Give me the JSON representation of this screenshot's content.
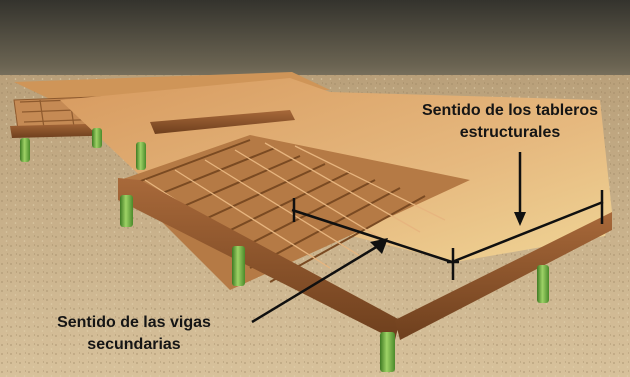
{
  "labels": {
    "boards_direction": {
      "line1": "Sentido de los tableros",
      "line2": "estructurales"
    },
    "beams_direction": {
      "line1": "Sentido de las vigas",
      "line2": "secundarias"
    }
  },
  "colors": {
    "sky_top": "#3a3a33",
    "sky_bottom": "#9a8f79",
    "ground": "#c7b08a",
    "timber_dark": "#8e5a2e",
    "timber_light": "#d9a06a",
    "deck_board": "#e3b57a",
    "deck_board_highlight": "#efd191",
    "post": "#79b546",
    "post_dark": "#3f7a22",
    "arrow": "#101010"
  }
}
